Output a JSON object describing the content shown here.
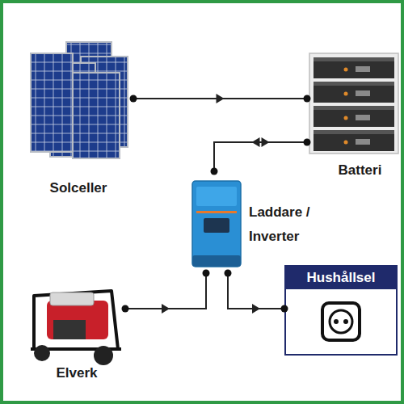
{
  "diagram": {
    "nodes": [
      {
        "text": [
          "Solceller"
        ]
      },
      {
        "text": [
          "Batteri"
        ]
      },
      {
        "text": [
          "Laddare / Inverter"
        ]
      },
      {
        "text": [
          "Elverk"
        ]
      },
      {
        "text": [
          "Hushållsel"
        ]
      }
    ],
    "edges": [
      {
        "from": 0,
        "to": 1,
        "arrow": "to"
      },
      {
        "from": 2,
        "to": 1,
        "arrow": "both"
      },
      {
        "from": 3,
        "to": 2,
        "arrow": "to"
      },
      {
        "from": 2,
        "to": 4,
        "arrow": "to"
      }
    ]
  }
}
